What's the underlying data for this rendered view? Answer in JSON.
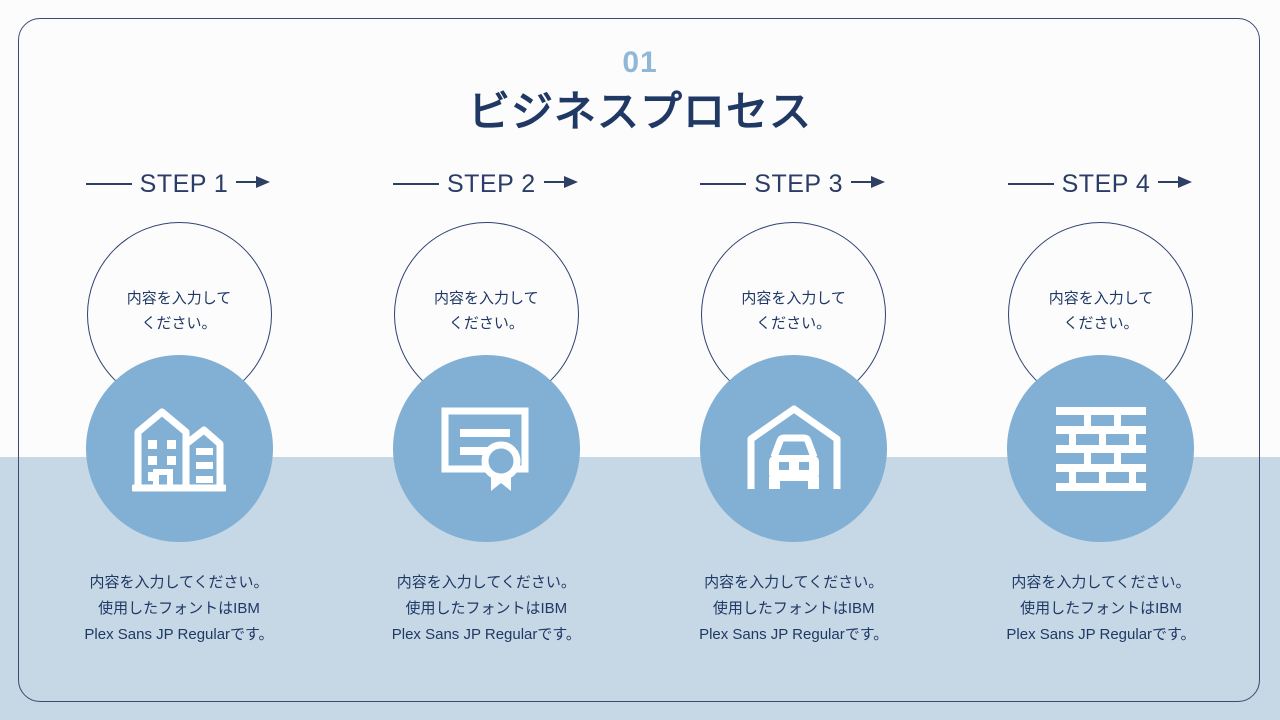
{
  "slide": {
    "eyebrow": "01",
    "title": "ビジネスプロセス",
    "colors": {
      "accent_light": "#8fb8d8",
      "circle_fill": "#82b0d4",
      "navy": "#1f3864",
      "band_bottom": "#c6d8e6",
      "band_top": "#fcfcfd",
      "border": "#3c4a72"
    }
  },
  "steps": [
    {
      "label": "STEP 1",
      "circle_text": "内容を入力して\nください。",
      "icon": "buildings-icon",
      "caption": "内容を入力してください。 使用したフォントはIBM Plex Sans JP Regularです。"
    },
    {
      "label": "STEP 2",
      "circle_text": "内容を入力して\nください。",
      "icon": "certificate-icon",
      "caption": "内容を入力してください。 使用したフォントはIBM Plex Sans JP Regularです。"
    },
    {
      "label": "STEP 3",
      "circle_text": "内容を入力して\nください。",
      "icon": "garage-car-icon",
      "caption": "内容を入力してください。 使用したフォントはIBM Plex Sans JP Regularです。"
    },
    {
      "label": "STEP 4",
      "circle_text": "内容を入力して\nください。",
      "icon": "brick-wall-icon",
      "caption": "内容を入力してください。 使用したフォントはIBM Plex Sans JP Regularです。"
    }
  ]
}
